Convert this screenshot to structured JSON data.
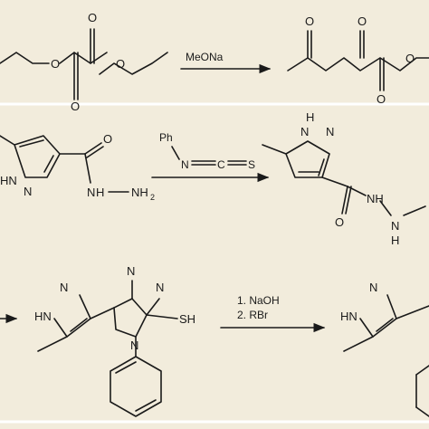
{
  "reagents": {
    "step1": "MeONa",
    "step2_atom_left": "Ph",
    "step2_atom_n": "N",
    "step2_atom_c": "C",
    "step2_atom_s": "S",
    "step3_line1": "1. NaOH",
    "step3_line2": "2. RBr"
  },
  "atoms": {
    "O": "O",
    "N": "N",
    "H": "H",
    "HN": "HN",
    "NH": "NH",
    "NH2": "NH",
    "sub2": "2",
    "SH": "SH",
    "HNleft": "H"
  },
  "colors": {
    "background": "#f2ecdc",
    "ink": "#1a1a1a",
    "separator": "#ffffff"
  }
}
